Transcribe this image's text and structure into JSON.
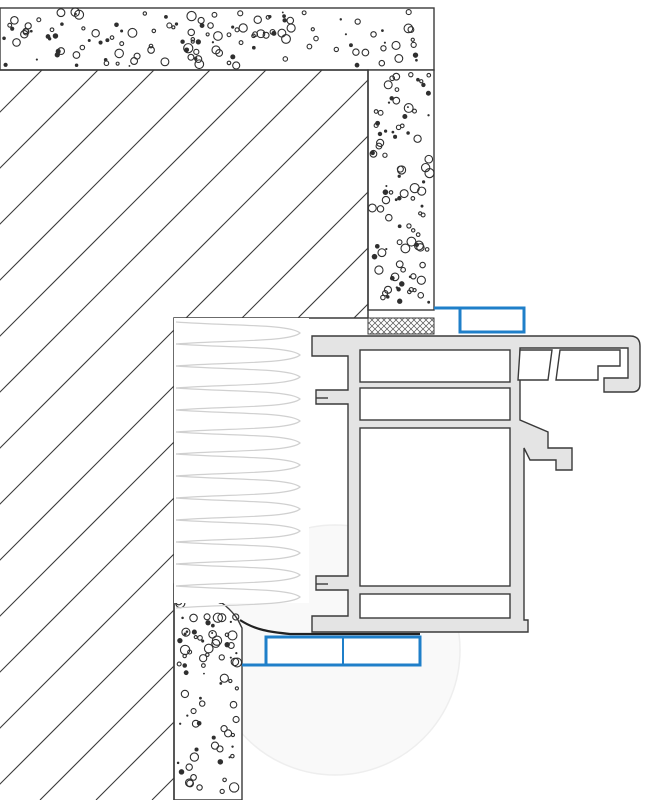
{
  "title": "",
  "labels": [],
  "colors": {
    "line": "#3a3a3a",
    "profile_fill": "#e4e4e4",
    "seal_blue": "#1f7fc9",
    "insulation_line": "#d8d8d8",
    "hatch": "#3a3a3a",
    "background": "#ffffff"
  },
  "components": [
    {
      "name": "wall-masonry",
      "material": "hatched"
    },
    {
      "name": "top-lintel-plaster",
      "material": "concrete"
    },
    {
      "name": "right-reveal-plaster",
      "material": "concrete"
    },
    {
      "name": "bottom-reveal-plaster",
      "material": "concrete"
    },
    {
      "name": "insulation-foam",
      "material": "insulation"
    },
    {
      "name": "window-frame-profile",
      "material": "pvc"
    },
    {
      "name": "upper-sealing-tape",
      "material": "seal"
    },
    {
      "name": "lower-sealing-tape",
      "material": "seal"
    }
  ]
}
